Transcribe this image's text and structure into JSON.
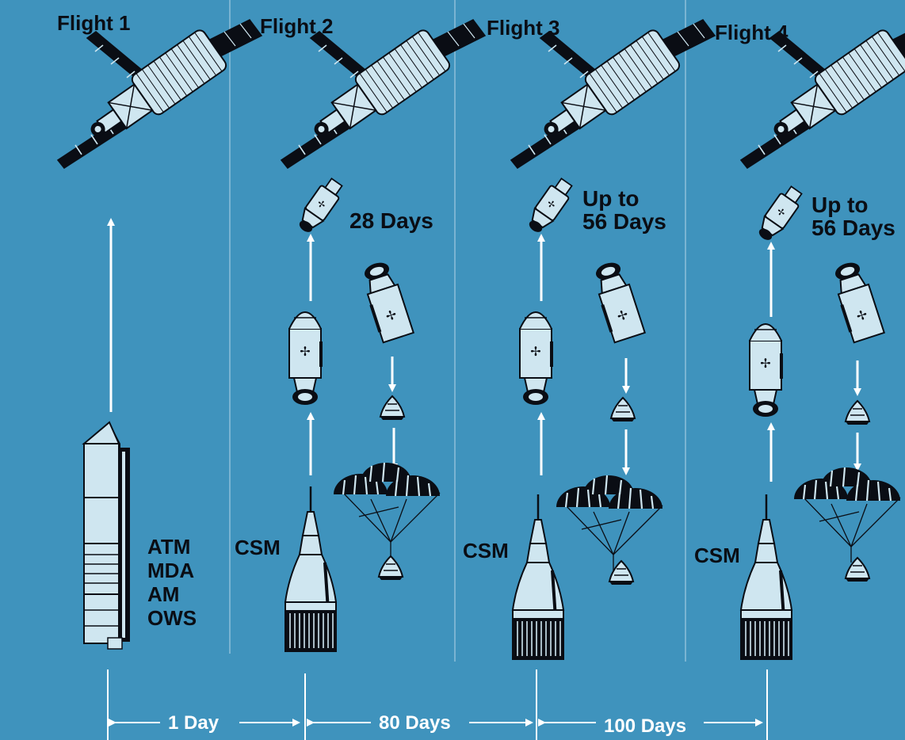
{
  "flights": [
    {
      "title": "Flight 1"
    },
    {
      "title": "Flight 2",
      "duration": "28 Days"
    },
    {
      "title": "Flight 3",
      "duration": "Up to\n56 Days"
    },
    {
      "title": "Flight 4",
      "duration": "Up to\n56 Days"
    }
  ],
  "launch_vehicle_labels": [
    "ATM",
    "MDA",
    "AM",
    "OWS"
  ],
  "csm_label": "CSM",
  "timeline": [
    "1 Day",
    "80 Days",
    "100 Days"
  ],
  "colors": {
    "background": "#3f93bd",
    "ink": "#0a0d14",
    "arrow": "#ffffff",
    "hull": "#cfe6f0"
  }
}
